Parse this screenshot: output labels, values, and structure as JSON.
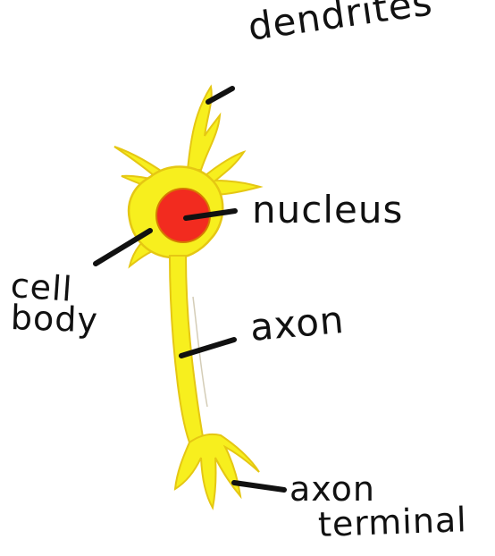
{
  "labels": {
    "dendrites": "dendrites",
    "nucleus": "nucleus",
    "cell_body_line1": "cell",
    "cell_body_line2": "body",
    "axon": "axon",
    "axon_terminal_line1": "axon",
    "axon_terminal_line2": "terminal"
  },
  "colors": {
    "neuron_fill": "#f7ef1e",
    "neuron_shade": "#e5c713",
    "nucleus_fill": "#f22b1f",
    "nucleus_outline": "#d67b00",
    "ink": "#111111"
  }
}
